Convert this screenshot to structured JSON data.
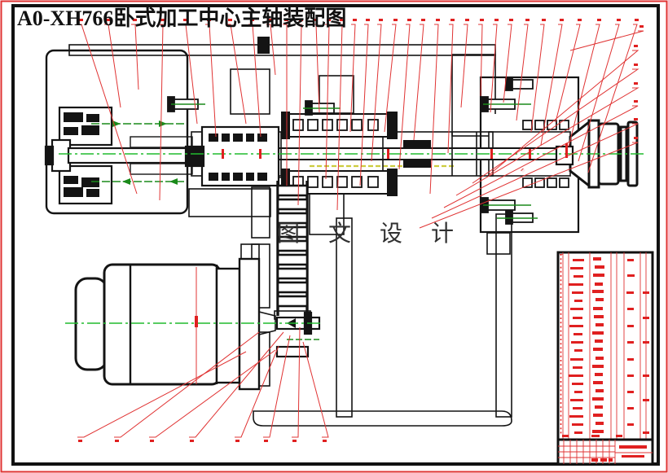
{
  "title": {
    "text": "A0-XH766卧式加工中心主轴装配图"
  },
  "watermark": {
    "text": "图 文 设 计"
  },
  "colors": {
    "outer_border": "#e03333",
    "frame": "#111111",
    "hatch_red": "#e06060",
    "hatch_dense_red": "#e04848",
    "outline_black": "#141414",
    "centerline_green": "#21bb2e",
    "bolt_green": "#1a8a1a",
    "leader_red": "#e03333",
    "spline_yellow": "#cccc3f",
    "table_line_red": "#e03333",
    "table_text_red": "#e02020",
    "paper_white": "#ffffff"
  },
  "notes": {
    "callout_numbers": "tiny red part numbers at leader tips (illegible at this resolution)",
    "bom_text": "red part-list text (illegible at this resolution)",
    "title_block_text": "red title-block text (illegible at this resolution)"
  }
}
